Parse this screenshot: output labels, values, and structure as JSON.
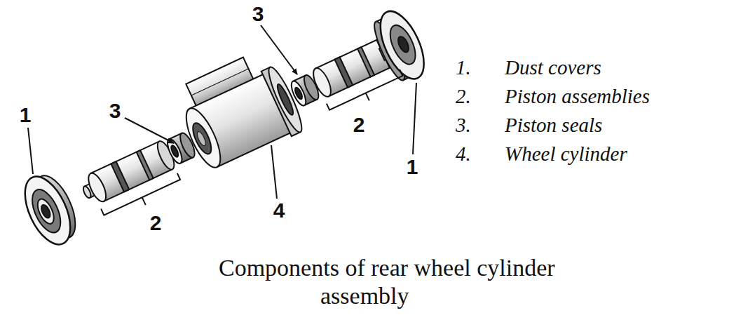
{
  "diagram": {
    "caption": "Components of rear wheel cylinder assembly",
    "labels": [
      "3",
      "1.",
      "Dust covers",
      "2.",
      "Piston assemblies",
      "3.",
      "Piston seals",
      "4.",
      "Wheel cylinder",
      "3",
      "1",
      "2",
      "1",
      "2",
      "4"
    ]
  }
}
